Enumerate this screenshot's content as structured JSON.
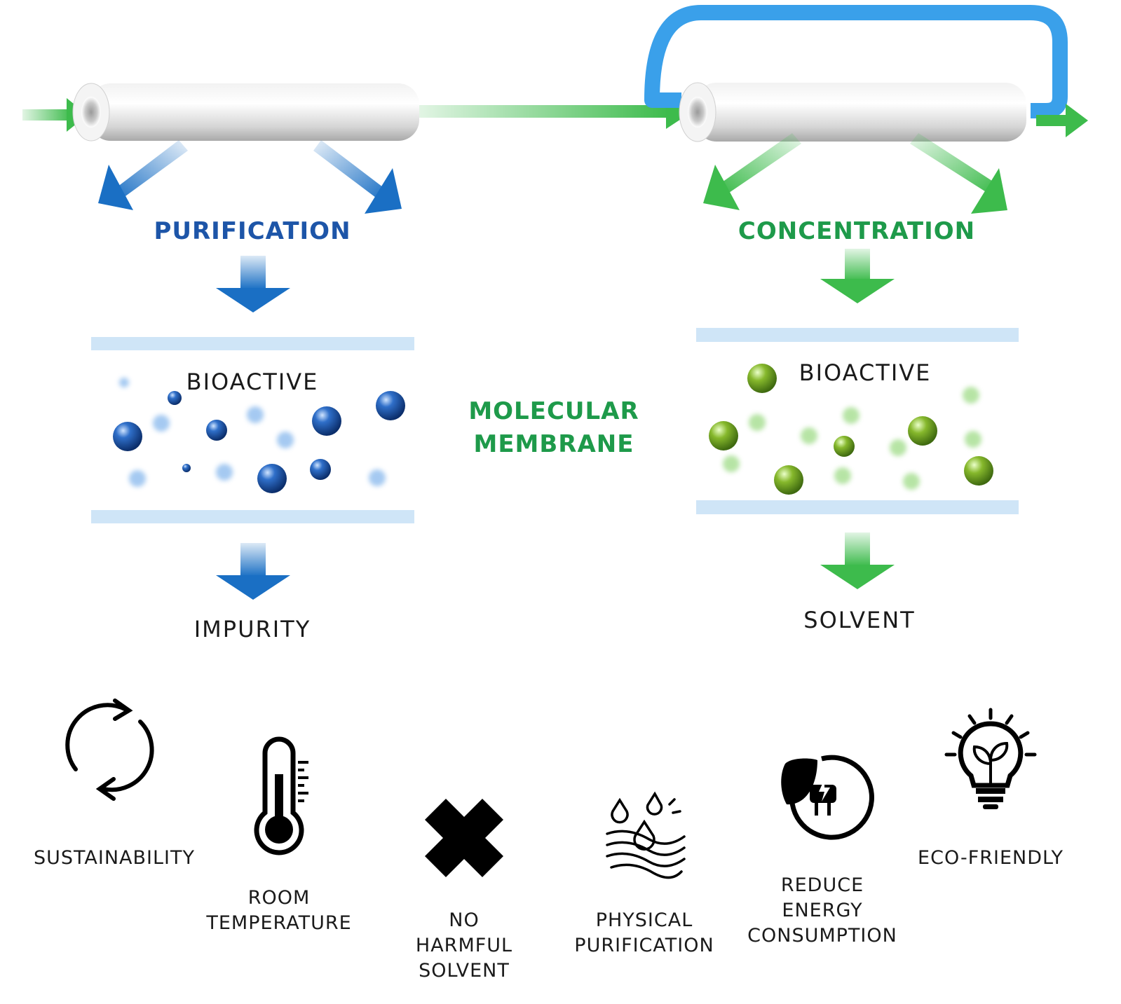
{
  "colors": {
    "blue_title": "#1d55a8",
    "green_title": "#1e9a4a",
    "blue_arrow": "#1a6fc4",
    "green_arrow": "#3dbb4c",
    "recycle_loop": "#3aa0ea",
    "membrane_band": "#cfe5f7",
    "text_dark": "#1a1a1a"
  },
  "left_panel": {
    "title": "PURIFICATION",
    "membrane_label": "BIOACTIVE",
    "output_label": "IMPURITY"
  },
  "right_panel": {
    "title": "CONCENTRATION",
    "membrane_label": "BIOACTIVE",
    "output_label": "SOLVENT"
  },
  "center_label": {
    "line1": "MOLECULAR",
    "line2": "MEMBRANE"
  },
  "benefits": [
    {
      "icon": "recycle-icon",
      "lines": [
        "SUSTAINABILITY"
      ]
    },
    {
      "icon": "thermometer-icon",
      "lines": [
        "ROOM",
        "TEMPERATURE"
      ]
    },
    {
      "icon": "cross-icon",
      "lines": [
        "NO",
        "HARMFUL",
        "SOLVENT"
      ]
    },
    {
      "icon": "water-drops-icon",
      "lines": [
        "PHYSICAL",
        "PURIFICATION"
      ]
    },
    {
      "icon": "energy-plug-icon",
      "lines": [
        "REDUCE",
        "ENERGY",
        "CONSUMPTION"
      ]
    },
    {
      "icon": "lightbulb-plant-icon",
      "lines": [
        "ECO-FRIENDLY"
      ]
    }
  ]
}
